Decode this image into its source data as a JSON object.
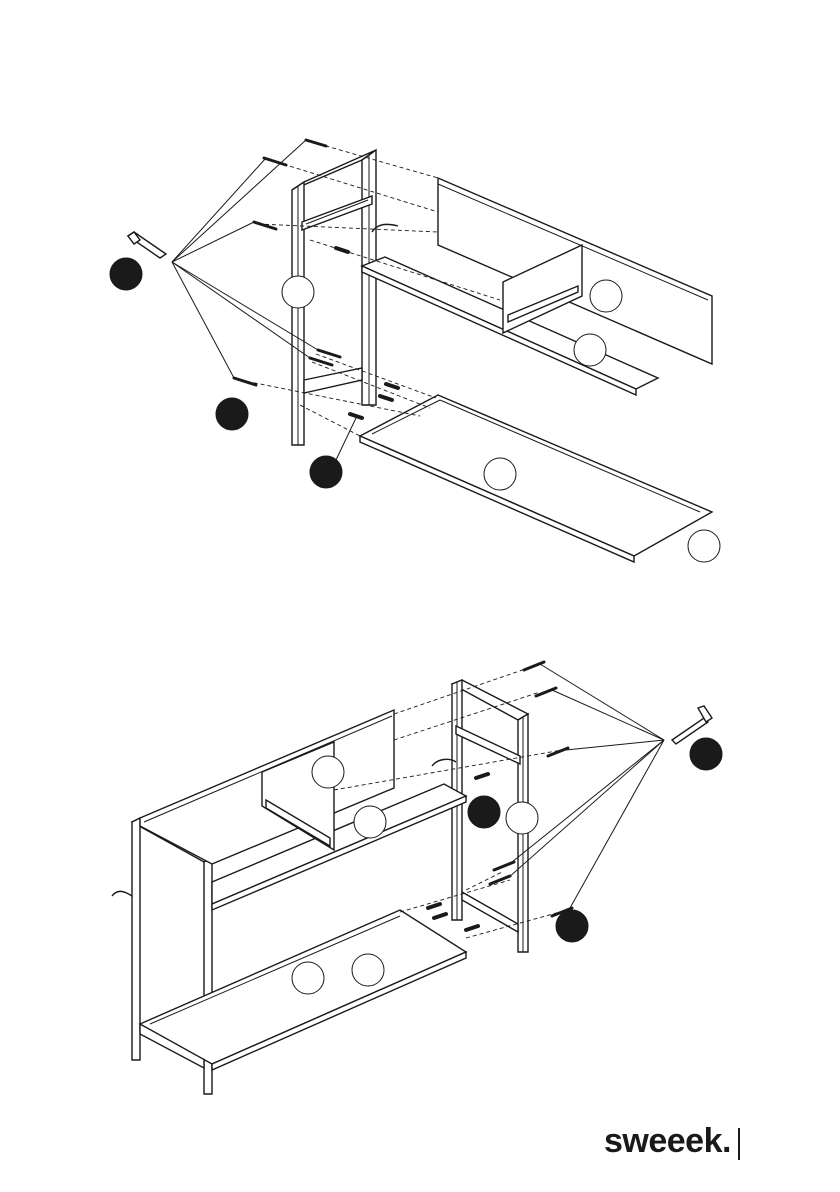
{
  "footer": {
    "brand": "sweeek."
  },
  "steps": [
    {
      "id": "step-1",
      "callouts_open": 5,
      "callouts_filled": 3
    },
    {
      "id": "step-2",
      "callouts_open": 5,
      "callouts_filled": 3
    }
  ]
}
